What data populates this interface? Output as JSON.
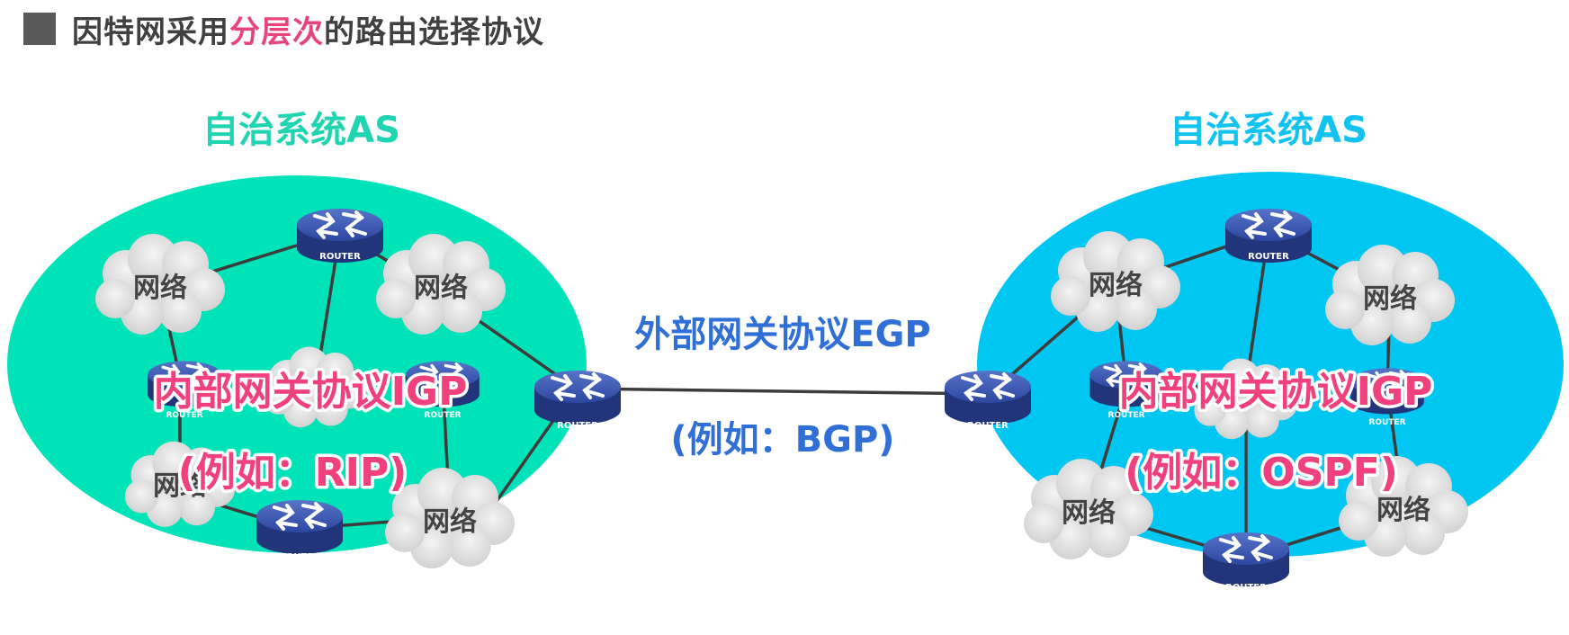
{
  "header": {
    "prefix": "因特网采用",
    "highlight": "分层次",
    "suffix": "的路由选择协议"
  },
  "colors": {
    "left_as_fill": "#00e3b8",
    "right_as_fill": "#00c6f2",
    "left_as_title": "#1fd4b0",
    "right_as_title": "#12c3ef",
    "igp_text": "#f0407d",
    "egp_text": "#2f6fd6",
    "highlight": "#e8437a",
    "router_body": "#2a3f8e",
    "link": "#3c3c3c"
  },
  "left_as": {
    "title": "自治系统AS",
    "igp_label": "内部网关协议IGP",
    "igp_example": "(例如：RIP)",
    "networks": [
      "网络",
      "网络",
      "网络",
      "网络"
    ],
    "router_label": "ROUTER"
  },
  "right_as": {
    "title": "自治系统AS",
    "igp_label": "内部网关协议IGP",
    "igp_example": "(例如：OSPF)",
    "networks": [
      "网络",
      "网络",
      "网络",
      "网络"
    ],
    "router_label": "ROUTER"
  },
  "egp": {
    "label": "外部网关协议EGP",
    "example": "(例如：BGP)"
  }
}
